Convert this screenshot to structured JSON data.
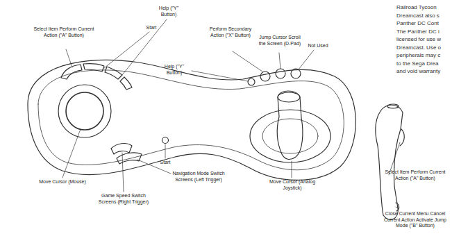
{
  "diagram": {
    "labels": [
      "Help (\"Y\" Button)",
      "Start",
      "Select Item Perform Current Action (\"A\" Button)",
      "Perform Secondary Action (\"X\" Button)",
      "Jump Cursor Scroll the Screen (D-Pad)",
      "Not Used",
      "Help (\"Y\" Button)",
      "Move Cursor (Mouse)",
      "Game Speed Switch Screens (Right Trigger)",
      "Navigation Mode Switch Screens (Left Trigger)",
      "Start",
      "Move Cursor (Analog Joystick)",
      "Select Item Perform Current Action (\"A\" Button)",
      "Close Current Menu Cancel Current Action Activate Jump Mode (\"B\" Button)",
      "Railroad Tycoon",
      "Dreamcast also s",
      "Panther DC Cont",
      "The Panther DC i",
      "licensed for use w",
      "Dreamcast. Use o",
      "peripherals may c",
      "to the Sega Drea",
      "and void warranty"
    ]
  }
}
